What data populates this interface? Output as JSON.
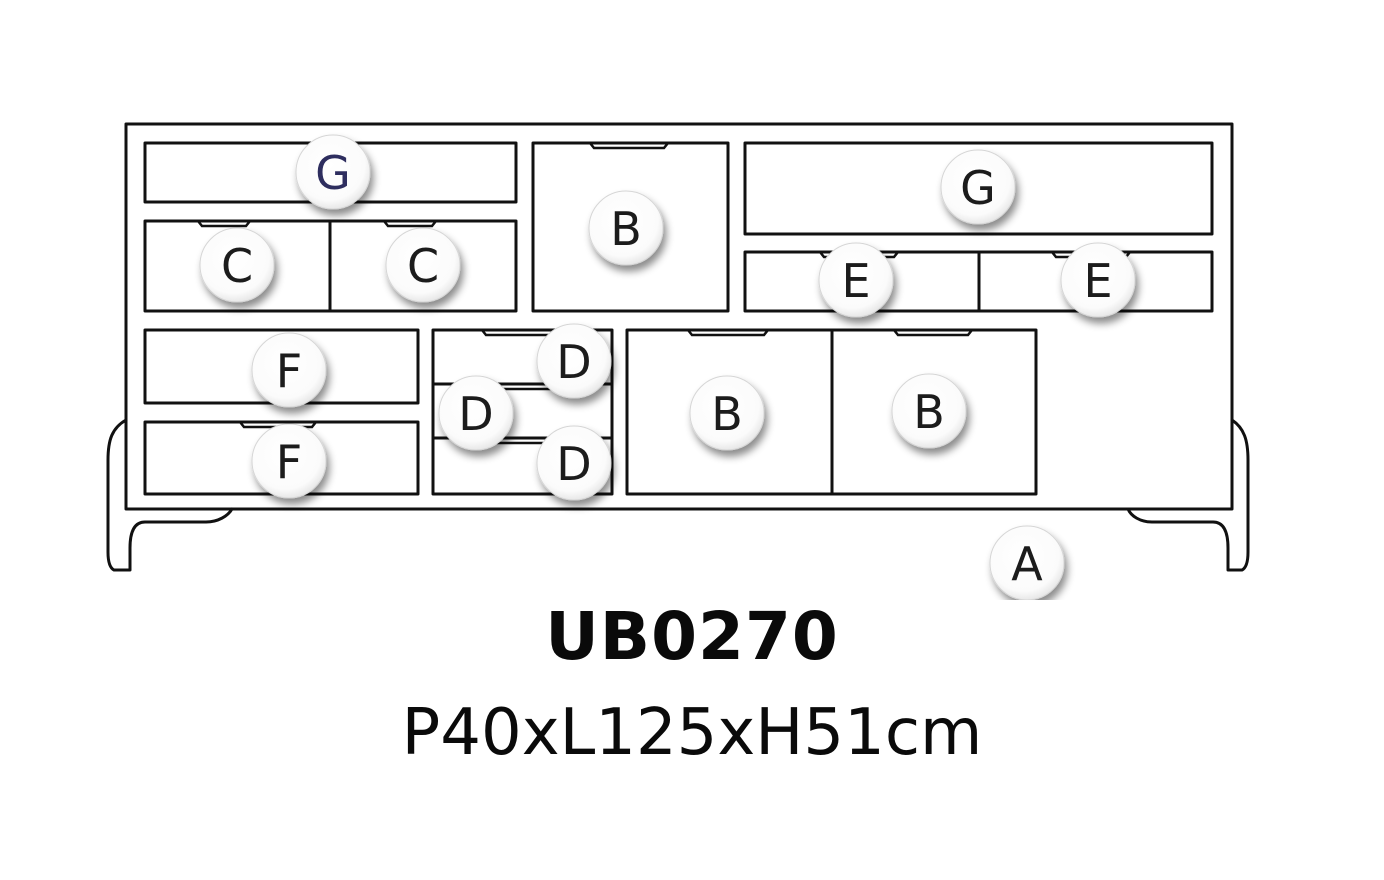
{
  "product": {
    "model": "UB0270",
    "dimensions": "P40xL125xH51cm"
  },
  "labels": {
    "a": "A",
    "b": "B",
    "c": "C",
    "d": "D",
    "e": "E",
    "f": "F",
    "g": "G"
  },
  "colors": {
    "line": "#111111",
    "label_text": "#1a1a1a",
    "label_text_accent": "#2e2d5e",
    "badge_fill": "#ffffff"
  }
}
